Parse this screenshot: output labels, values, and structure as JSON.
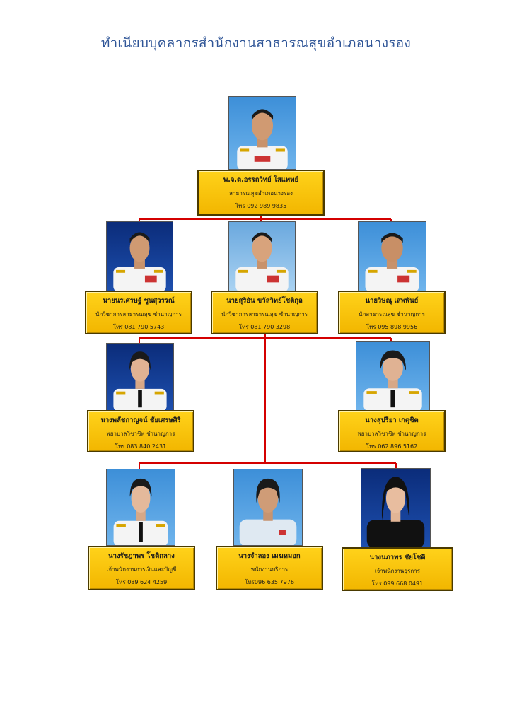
{
  "title": "ทำเนียบบุคลากรสำนักงานสาธารณสุขอำเภอนางรอง",
  "colors": {
    "card": "#ffd21a",
    "card_border": "#4a3a00",
    "connector": "#d40000",
    "title": "#2f5597"
  },
  "people": [
    {
      "name": "พ.จ.ต.อรรถวิทย์ โสแพทย์",
      "position": "สาธารณสุขอำเภอนางรอง",
      "phone": "โทร 092 989 9835"
    },
    {
      "name": "นายนรเศรษฐ์ ชูนสุวรรณ์",
      "position": "นักวิชาการสาธารณสุข ชำนาญการ",
      "phone": "โทร 081 790 5743"
    },
    {
      "name": "นายสุริยัน ขวัลวิทย์โชติกุล",
      "position": "นักวิชาการสาธารณสุข ชำนาญการ",
      "phone": "โทร 081 790 3298"
    },
    {
      "name": "นายวิษณุ เสพพันธ์",
      "position": "นักสาธารณสุข ชำนาญการ",
      "phone": "โทร 095 898 9956"
    },
    {
      "name": "นางพลัชกาญจน์ ชัยเศรษศิริ",
      "position": "พยาบาลวิชาชีพ ชำนาญการ",
      "phone": "โทร 083 840 2431"
    },
    {
      "name": "นางสุปรียา เกตุชิต",
      "position": "พยาบาลวิชาชีพ ชำนาญการ",
      "phone": "โทร 062 896 5162"
    },
    {
      "name": "นางรัชฎาพร โชติกลาง",
      "position": "เจ้าพนักงานการเงินและบัญชี",
      "phone": "โทร 089 624 4259"
    },
    {
      "name": "นางจำลอง เมฆหมอก",
      "position": "พนักงานบริการ",
      "phone": "โทร096 635 7976"
    },
    {
      "name": "นางนภาพร ชัยโชติ",
      "position": "เจ้าพนักงานธุรการ",
      "phone": "โทร 099 668 0491"
    }
  ]
}
